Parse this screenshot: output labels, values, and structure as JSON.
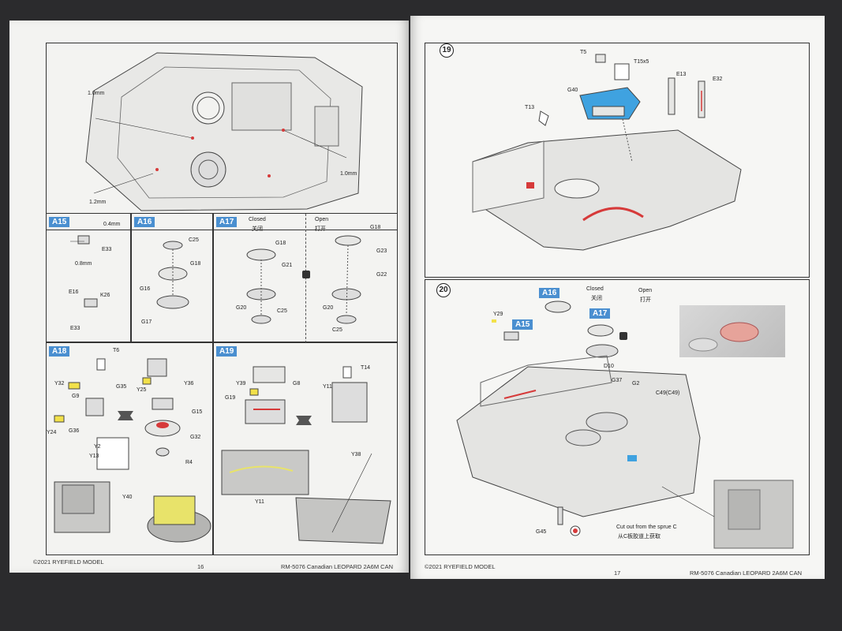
{
  "left_page": {
    "top_panel": {
      "labels": [
        "1.0mm",
        "1.0mm",
        "1.2mm"
      ]
    },
    "a15": {
      "badge": "A15",
      "labels": [
        "0.4mm",
        "E33",
        "0.8mm",
        "E16",
        "K26",
        "E33"
      ]
    },
    "a16": {
      "badge": "A16",
      "labels": [
        "C25",
        "G18",
        "G16",
        "G17"
      ]
    },
    "a17": {
      "badge": "A17",
      "closed_en": "Closed",
      "closed_zh": "关闭",
      "open_en": "Open",
      "open_zh": "打开",
      "closed_labels": [
        "G18",
        "G21",
        "G20",
        "C25"
      ],
      "open_labels": [
        "G18",
        "G23",
        "G22",
        "G20",
        "C25"
      ]
    },
    "a18": {
      "badge": "A18",
      "labels": [
        "T6",
        "Y32",
        "G9",
        "G35",
        "Y25",
        "Y36",
        "G15",
        "Y24",
        "G36",
        "G32",
        "Y2",
        "Y13",
        "R4",
        "Y40"
      ]
    },
    "a19": {
      "badge": "A19",
      "labels": [
        "Y39",
        "G8",
        "T14",
        "G19",
        "Y11",
        "Y11",
        "Y38"
      ]
    },
    "footer": {
      "copyright": "©2021 RYEFIELD MODEL",
      "page_number": "16",
      "title": "RM-5076 Canadian LEOPARD 2A6M CAN"
    }
  },
  "right_page": {
    "step19": {
      "number": "19",
      "labels": [
        "T5",
        "T15x5",
        "G40",
        "E13",
        "E32",
        "T13"
      ]
    },
    "step20": {
      "number": "20",
      "badges": [
        "A16",
        "A15",
        "A17"
      ],
      "closed_en": "Closed",
      "closed_zh": "关闭",
      "open_en": "Open",
      "open_zh": "打开",
      "labels": [
        "Y29",
        "D10",
        "G37",
        "G2",
        "C49(C49)",
        "G45"
      ],
      "note_en": "Cut out from the sprue C",
      "note_zh": "从C板胶道上获取"
    },
    "footer": {
      "copyright": "©2021 RYEFIELD MODEL",
      "page_number": "17",
      "title": "RM-5076 Canadian LEOPARD 2A6M CAN"
    }
  },
  "colors": {
    "accent": "#4a8fd0",
    "highlight_red": "#d63a3a",
    "highlight_yellow": "#f2e14a",
    "highlight_blue": "#3fa2e0"
  }
}
